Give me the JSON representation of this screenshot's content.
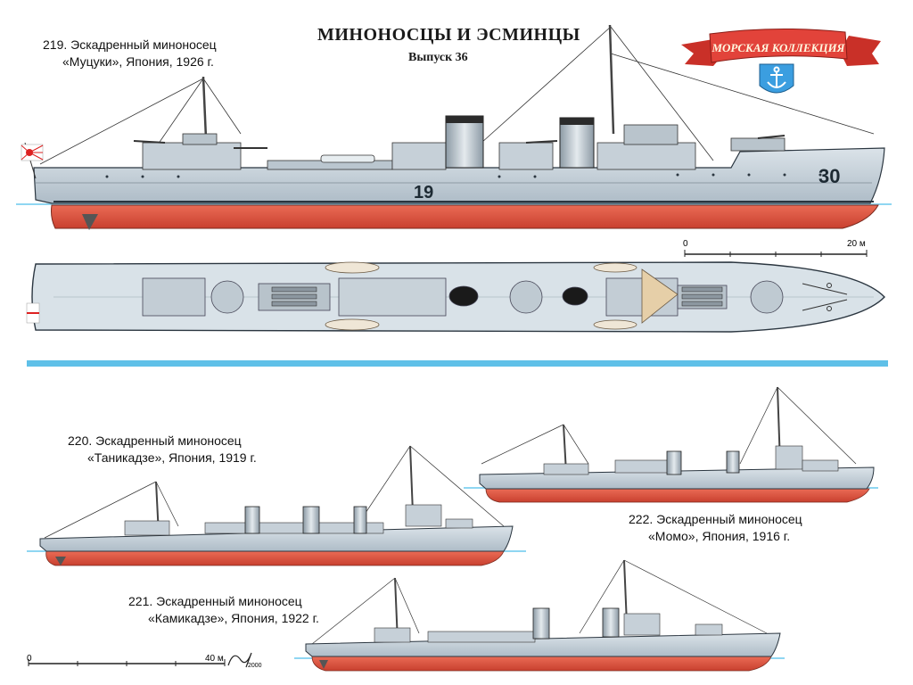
{
  "header": {
    "title": "МИНОНОСЦЫ И ЭСМИНЦЫ",
    "issue": "Выпуск 36",
    "badge_text": "МОРСКАЯ КОЛЛЕКЦИЯ"
  },
  "ships": [
    {
      "number": "219.",
      "type": "Эскадренный миноносец",
      "name_line": "«Муцуки», Япония, 1926 г.",
      "hull_mark_mid": "19",
      "hull_mark_bow": "30"
    },
    {
      "number": "220.",
      "type": "Эскадренный миноносец",
      "name_line": "«Таникадзе», Япония, 1919 г."
    },
    {
      "number": "221.",
      "type": "Эскадренный миноносец",
      "name_line": "«Камикадзе», Япония, 1922 г."
    },
    {
      "number": "222.",
      "type": "Эскадренный миноносец",
      "name_line": "«Момо», Япония, 1916 г."
    }
  ],
  "scales": {
    "top": {
      "start": "0",
      "end": "20 м"
    },
    "bottom": {
      "start": "0",
      "end": "40 м"
    }
  },
  "signature": {
    "year": "2000"
  },
  "colors": {
    "hull_grey": "#c9d3da",
    "hull_red": "#e0523f",
    "deck": "#d9e2e8",
    "water": "#5fc0e8",
    "badge_red": "#e2433a",
    "anchor_blue": "#3b9ee0"
  }
}
